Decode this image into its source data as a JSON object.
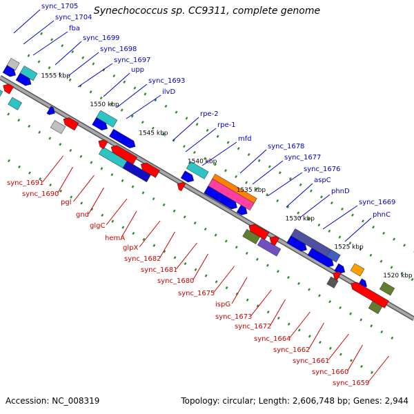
{
  "title": "Synechococcus sp. CC9311, complete genome",
  "footer": {
    "accession": "Accession: NC_008319",
    "stats": "Topology: circular; Length: 2,606,748 bp; Genes: 2,944"
  },
  "colors": {
    "forward_label": "#0000cc",
    "reverse_label": "#cc0000",
    "backbone": "#808080",
    "tick": "#2e8b2e"
  },
  "scale_labels": [
    "1555 kbp",
    "1550 kbp",
    "1545 kbp",
    "1540 kbp",
    "1535 kbp",
    "1530 kbp",
    "1525 kbp",
    "1520 kbp"
  ],
  "forward_genes": [
    "sync_1705",
    "sync_1704",
    "fba",
    "sync_1699",
    "sync_1698",
    "sync_1697",
    "upp",
    "sync_1693",
    "ilvD",
    "rpe-2",
    "rpe-1",
    "mfd",
    "sync_1678",
    "sync_1677",
    "sync_1676",
    "aspC",
    "phnD",
    "sync_1669",
    "phnC"
  ],
  "reverse_genes": [
    "sync_1691",
    "sync_1690",
    "pgl",
    "gnd",
    "glgC",
    "hemA",
    "glpX",
    "sync_1682",
    "sync_1681",
    "sync_1680",
    "sync_1675",
    "ispG",
    "sync_1673",
    "sync_1672",
    "sync_1664",
    "sync_1662",
    "sync_1661",
    "sync_1660",
    "sync_1659"
  ]
}
